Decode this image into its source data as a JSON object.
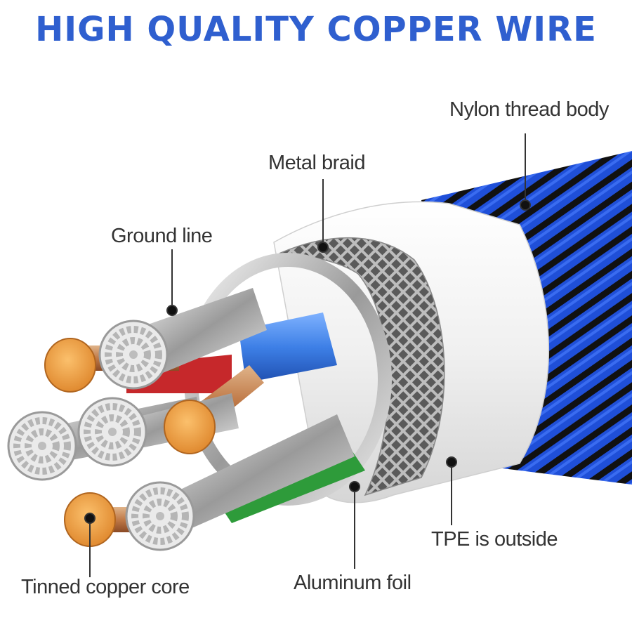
{
  "title": "HIGH QUALITY COPPER WIRE",
  "colors": {
    "title": "#2f5fcf",
    "label_text": "#333333",
    "nylon_blue": "#1f4fd8",
    "nylon_black": "#1a1a1a",
    "copper": "#f2a548",
    "insulation_blue": "#3d7fe6",
    "insulation_green": "#2e9b3a",
    "tpe_white": "#f2f2f2"
  },
  "labels": {
    "nylon": "Nylon thread body",
    "braid": "Metal braid",
    "ground": "Ground line",
    "tpe": "TPE is outside",
    "core": "Tinned copper core",
    "foil": "Aluminum foil"
  }
}
